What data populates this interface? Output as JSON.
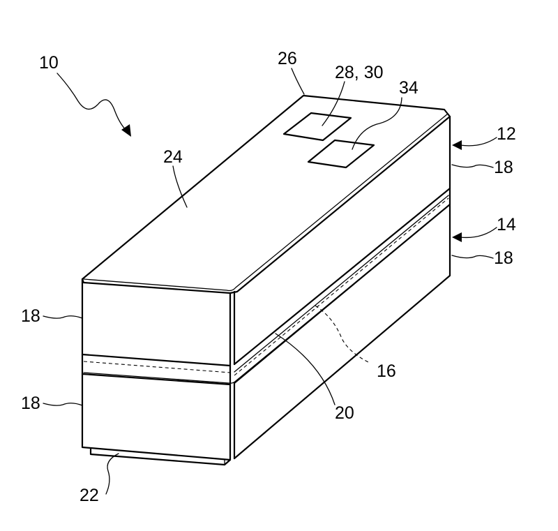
{
  "figure": {
    "labels": {
      "device": "10",
      "upper_module": "12",
      "lower_module": "14",
      "joint": "16",
      "side_upper_left": "18",
      "side_lower_left": "18",
      "side_upper_right": "18",
      "side_lower_right": "18",
      "interlayer": "20",
      "base": "22",
      "top_surface": "24",
      "top_edge": "26",
      "pad_first": "28, 30",
      "pad_second": "34"
    }
  }
}
